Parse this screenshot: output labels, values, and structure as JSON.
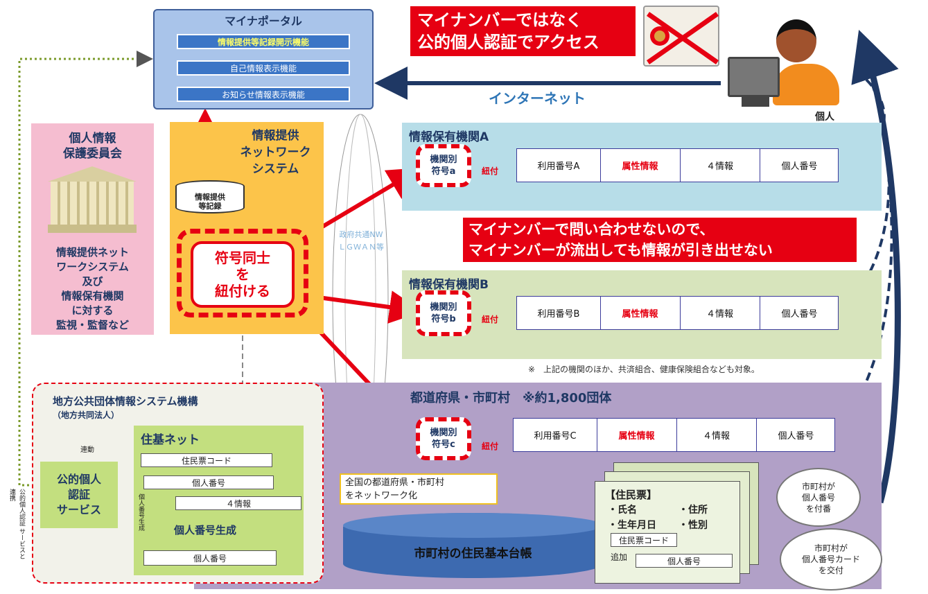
{
  "portal": {
    "title": "マイナポータル",
    "items": [
      "情報提供等記録開示機能",
      "自己情報表示機能",
      "お知らせ情報表示機能"
    ]
  },
  "access_note": {
    "line1": "マイナンバーではなく",
    "line2": "公的個人認証でアクセス"
  },
  "internet_label": "インターネット",
  "person_label": "個人",
  "commission": {
    "title_line1": "個人情報",
    "title_line2": "保護委員会",
    "desc": [
      "情報提供ネット",
      "ワークシステム",
      "及び",
      "情報保有機関",
      "に対する",
      "監視・監督など"
    ]
  },
  "network_system": {
    "title_line1": "情報提供",
    "title_line2": "ネットワーク",
    "title_line3": "システム",
    "db_label_line1": "情報提供",
    "db_label_line2": "等記録",
    "core_line1": "符号同士",
    "core_line2": "を",
    "core_line3": "紐付ける"
  },
  "lgwan_line1": "政府共通NW",
  "lgwan_line2": "ＬＧＷＡＮ等",
  "link_label": "紐付",
  "agency_a": {
    "title": "情報保有機関A",
    "code_line1": "機関別",
    "code_line2": "符号a",
    "cells": [
      "利用番号A",
      "属性情報",
      "４情報",
      "個人番号"
    ]
  },
  "agency_b": {
    "title": "情報保有機関B",
    "code_line1": "機関別",
    "code_line2": "符号b",
    "cells": [
      "利用番号B",
      "属性情報",
      "４情報",
      "個人番号"
    ]
  },
  "safety_note": {
    "line1": "マイナンバーで問い合わせないので、",
    "line2": "マイナンバーが流出しても情報が引き出せない"
  },
  "footnote": "※　上記の機関のほか、共済組合、健康保険組合なども対象。",
  "municipality": {
    "title": "都道府県・市町村　※約1,800団体",
    "code_line1": "機関別",
    "code_line2": "符号c",
    "cells": [
      "利用番号C",
      "属性情報",
      "４情報",
      "個人番号"
    ],
    "network_note_line1": "全国の都道府県・市町村",
    "network_note_line2": "をネットワーク化",
    "ledger": "市町村の住民基本台帳",
    "resident_card": {
      "title": "【住民票】",
      "fields": [
        "・氏名",
        "・住所",
        "・生年月日",
        "・性別"
      ],
      "code": "住民票コード",
      "number": "個人番号"
    },
    "mark": "追加"
  },
  "jlis": {
    "title": "地方公共団体情報システム機構",
    "subtitle": "（地方共同法人）",
    "auth_line1": "公的個人",
    "auth_line2": "認証",
    "auth_line3": "サービス",
    "link_label": "連動",
    "jukinet": {
      "title": "住基ネット",
      "code": "住民票コード",
      "number": "個人番号",
      "four": "４情報"
    },
    "gen_title": "個人番号生成",
    "gen_number": "個人番号",
    "vertical_label": "個人番号生成",
    "side_label_line1": "公的個人認証",
    "side_label_line2": "サービスと連携"
  },
  "cloud1": {
    "line1": "市町村が",
    "line2": "個人番号",
    "line3": "を付番"
  },
  "cloud2": {
    "line1": "市町村が",
    "line2": "個人番号カード",
    "line3": "を交付"
  },
  "colors": {
    "red": "#e60012",
    "navy": "#1f3864",
    "agency_a_bg": "#b7dde8",
    "agency_b_bg": "#d7e4bc",
    "muni_bg": "#b1a0c7",
    "portal_bg": "#8db3e2"
  }
}
